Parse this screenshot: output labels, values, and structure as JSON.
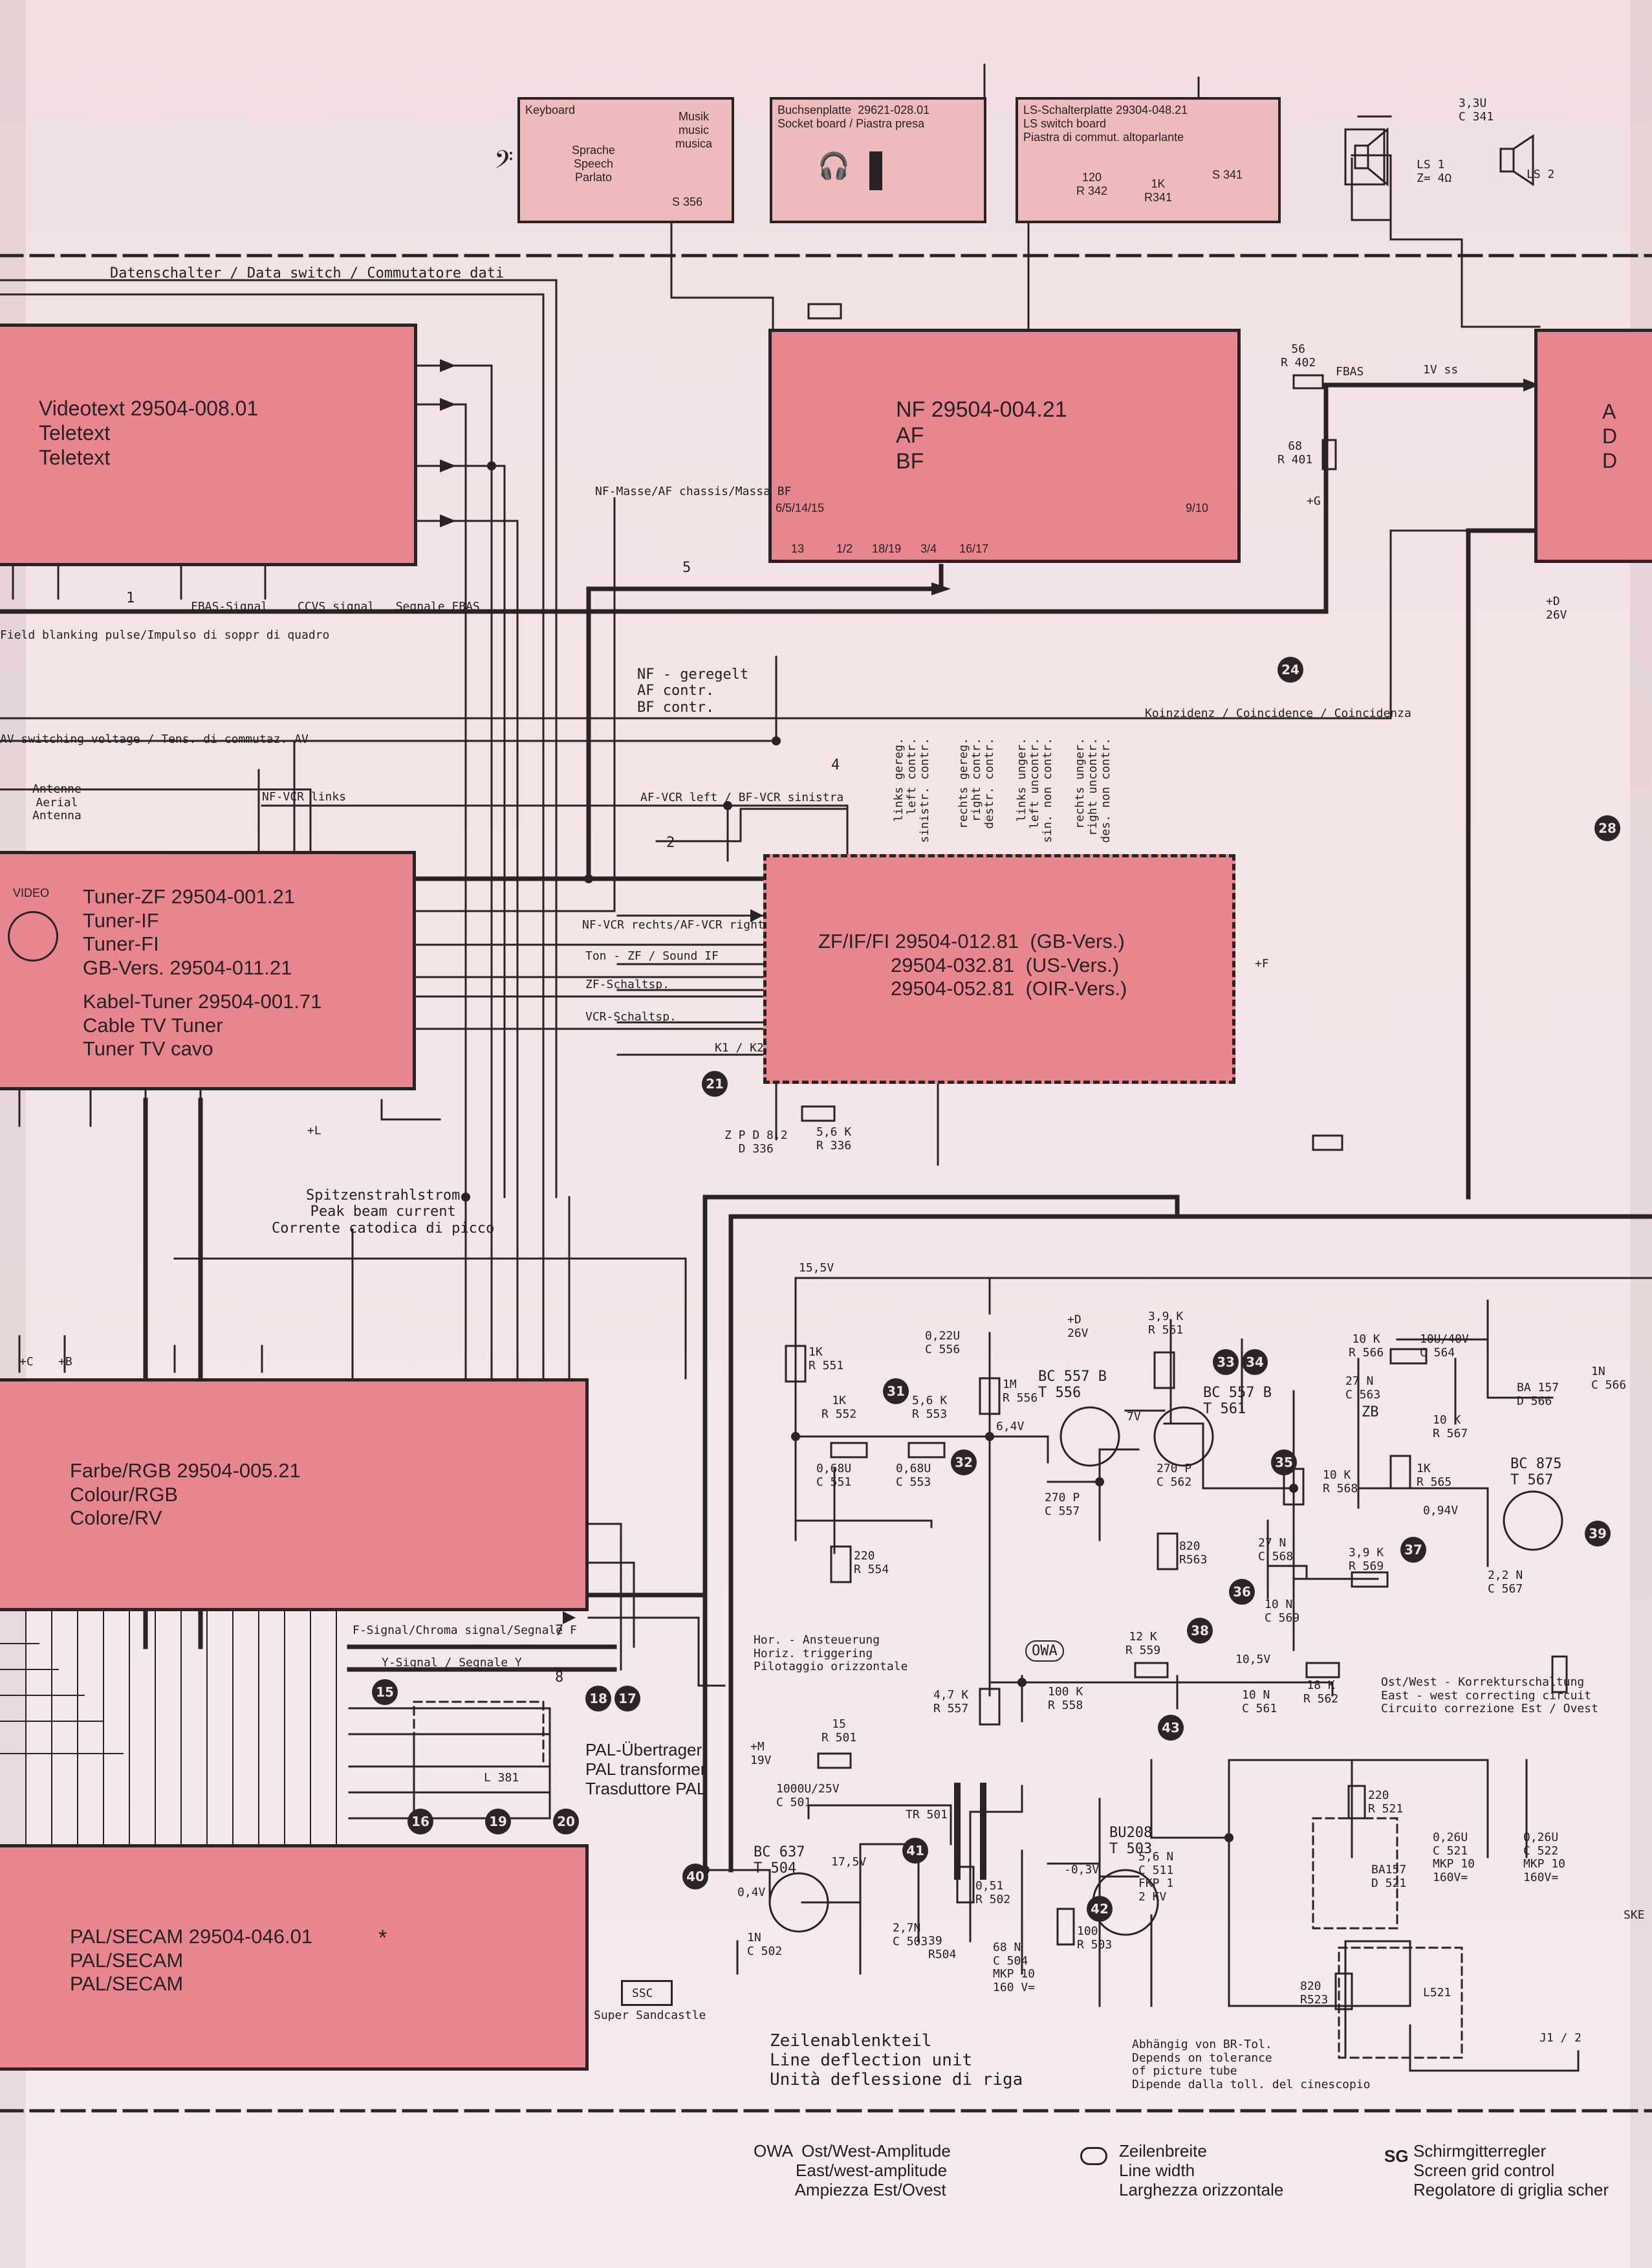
{
  "blocks": {
    "keyboard": {
      "title": "Keyboard",
      "music": "Musik\nmusic\nmusica",
      "speech": "Sprache\nSpeech\nParlato",
      "switch": "S 356"
    },
    "socket": {
      "title": "Buchsenplatte  29621-028.01\nSocket board / Piastra presa"
    },
    "ls_switch": {
      "title": "LS-Schalterplatte 29304-048.21\nLS switch board\nPiastra di commut. altoparlante",
      "r342": "120\nR 342",
      "r341": "1K\nR341",
      "s341": "S 341"
    },
    "speaker": {
      "cap": "3,3U\nC 341",
      "ls1": "LS 1\nZ= 4Ω",
      "ls2": "LS 2"
    },
    "videotext": {
      "title": "Videotext 29504-008.01\nTeletext\nTeletext"
    },
    "nf": {
      "title": "NF 29504-004.21\nAF\nBF",
      "pins_left": "6/5/14/15",
      "pins_right": "9/10",
      "pin_bottom": "13          1/2      18/19      3/4       16/17"
    },
    "tuner": {
      "title": "Tuner-ZF 29504-001.21\nTuner-IF\nTuner-FI\nGB-Vers. 29504-011.21",
      "title2": "Kabel-Tuner 29504-001.71\nCable TV Tuner\nTuner TV cavo",
      "video": "VIDEO"
    },
    "zf": {
      "title": "ZF/IF/FI 29504-012.81  (GB-Vers.)\n             29504-032.81  (US-Vers.)\n             29504-052.81  (OIR-Vers.)"
    },
    "farbe": {
      "title": "Farbe/RGB 29504-005.21\nColour/RGB\nColore/RV"
    },
    "pal": {
      "title": "PAL/SECAM 29504-046.01\nPAL/SECAM\nPAL/SECAM",
      "star": "*"
    },
    "right_block": {
      "title": "A\nD\nD"
    }
  },
  "labels": {
    "data_switch": "Datenschalter / Data switch / Commutatore dati",
    "nf_masse": "NF-Masse/AF chassis/Massa BF",
    "fbas_signal": "FBAS-Signal",
    "ccvs": "CCVS signal   Segnale FBAS",
    "blanking": "Field blanking pulse/Impulso di soppr di quadro",
    "nf_geregelt": "NF - geregelt\nAF contr.\nBF contr.",
    "av_switch": "AV switching voltage / Tens. di commutaz. AV",
    "koinzidenz": "Koinzidenz / Coincidence / Coincidenza",
    "antenne": "Antenne\nAerial\nAntenna",
    "nf_vcr_links": "NF-VCR links",
    "af_vcr_left": "AF-VCR left / BF-VCR sinistra",
    "nf_vcr_rechts": "NF-VCR rechts/AF-VCR right",
    "ton_zf": "Ton - ZF / Sound IF",
    "zf_schaltsp": "ZF-Schaltsp.",
    "vcr_schaltsp": "VCR-Schaltsp.",
    "k1k2": "K1 / K2",
    "zpd": "Z P D 8,2\nD 336",
    "r336": "5,6 K\nR 336",
    "spitzen": "Spitzenstrahlstrom\nPeak beam current\nCorrente catodica di picco",
    "f_signal": "F-Signal/Chroma signal/Segnale F",
    "y_signal": "Y-Signal / Segnale Y",
    "pal_uebertrager": "PAL-Übertrager\nPAL transformer\nTrasduttore PAL",
    "l381": "L 381",
    "ssc": "SSC",
    "super_sandcastle": "Super Sandcastle",
    "vert_labels": [
      "links gereg.",
      "left contr.",
      "sinistr. contr.",
      "rechts gereg.",
      "right contr.",
      "destr. contr.",
      "links unger.",
      "left uncontr.",
      "sin. non contr.",
      "rechts unger.",
      "right uncontr.",
      "des. non contr."
    ],
    "r402": "56\nR 402",
    "fbas": "FBAS",
    "vss": "1V ss",
    "r401": "68\nR 401",
    "d26v": "+D\n26V",
    "bus_5": "5",
    "bus_1": "1",
    "bus_2": "2",
    "bus_4": "4",
    "bus_7": "7",
    "bus_8": "8",
    "plus_g": "+G",
    "plus_f": "+F",
    "plus_l": "+L",
    "plus_b": "+B",
    "plus_c": "+C"
  },
  "deflection": {
    "v155": "15,5V",
    "c556": "0,22U\nC 556",
    "r551": "1K\nR 551",
    "r552": "1K\nR 552",
    "r553": "5,6 K\nR 553",
    "r556": "1M\nR 556",
    "t556": "BC 557 B\nT 556",
    "t561": "BC 557 B\nT 561",
    "r561": "3,9 K\nR 561",
    "d26v2": "+D\n26V",
    "c551": "0,68U\nC 551",
    "c553": "0,68U\nC 553",
    "v64": "6,4V",
    "c557": "270 P\nC 557",
    "r554": "220\nR 554",
    "v7": "7V",
    "c562": "270 P\nC 562",
    "r563": "820\nR563",
    "c563": "27 N\nC 563",
    "r568": "10 K\nR 568",
    "c568": "27 N\nC 568",
    "c569": "10 N\nC 569",
    "r566": "10 K\nR 566",
    "c564": "10U/40V\nC 564",
    "r567": "10 K\nR 567",
    "zb": "ZB",
    "r565": "1K\nR 565",
    "d566": "BA 157\nD 566",
    "c566": "1N\nC 566",
    "t567": "BC 875\nT 567",
    "v094": "0,94V",
    "r569": "3,9 K\nR 569",
    "c567": "2,2 N\nC 567",
    "hor": "Hor. - Ansteuerung\nHoriz. triggering\nPilotaggio orizzontale",
    "owa": "OWA",
    "r559": "12 K\nR 559",
    "v105": "10,5V",
    "r558": "100 K\nR 558",
    "r557": "4,7 K\nR 557",
    "c561": "10 N\nC 561",
    "r562": "18 K\nR 562",
    "ostwest": "Ost/West - Korrekturschaltung\nEast - west correcting circuit\nCircuito correzione Est / Ovest",
    "r501": "15\nR 501",
    "m19v": "+M\n19V",
    "c501": "1000U/25V\nC 501",
    "tr501": "TR 501",
    "t504": "BC 637\nT 504",
    "v175": "17,5V",
    "v04": "0,4V",
    "c502": "1N\nC 502",
    "c503": "2,7N\nC 503",
    "r504": "39\nR504",
    "r502": "0,51\nR 502",
    "c504": "68 N\nC 504\nMKP 10\n160 V=",
    "r503": "100\nR 503",
    "t503": "BU208\nT 503",
    "v03": "-0,3V",
    "c511": "5,6 N\nC 511\nFKP 1\n2 KV",
    "r521": "220\nR 521",
    "d521": "BA157\nD 521",
    "c521": "0,26U\nC 521\nMKP 10\n160V=",
    "c522": "0,26U\nC 522\nMKP 10\n160V=",
    "r523": "820\nR523",
    "l521": "L521",
    "zeilen": "Zeilenablenkteil\nLine deflection unit\nUnità deflessione di riga",
    "abh": "Abhängig von BR-Tol.\nDepends on tolerance\nof picture tube\nDipende dalla toll. del cinescopio",
    "j12": "J1 / 2",
    "ske": "SKE"
  },
  "legend": {
    "owa": "OWA  Ost/West-Amplitude\n         East/west-amplitude\n         Ampiezza Est/Ovest",
    "zb": "Zeilenbreite\nLine width\nLarghezza orizzontale",
    "sg_key": "SG",
    "sg": "Schirmgitterregler\nScreen grid control\nRegolatore di griglia scher"
  },
  "nodes": [
    "24",
    "21",
    "28",
    "31",
    "32",
    "33",
    "34",
    "35",
    "36",
    "37",
    "38",
    "39",
    "15",
    "16",
    "17",
    "18",
    "19",
    "20",
    "40",
    "41",
    "42",
    "43"
  ],
  "colors": {
    "block_fill": "#e7868e",
    "block_light": "#eebbbd",
    "paper": "#f4e6e8",
    "ink": "#2a2224"
  }
}
